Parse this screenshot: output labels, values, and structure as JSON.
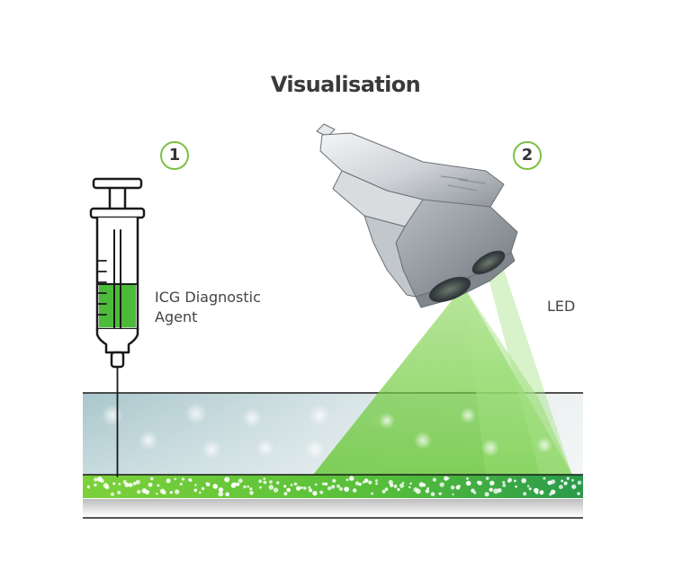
{
  "title": "Visualisation",
  "steps": [
    {
      "number": "1"
    },
    {
      "number": "2"
    }
  ],
  "labels": {
    "agent_line1": "ICG Diagnostic",
    "agent_line2": "Agent",
    "led": "LED"
  },
  "colors": {
    "accent_green": "#7ac143",
    "fluid_green": "#4cbb3a",
    "dark_green": "#2e9a48",
    "outline": "#1a1a1a",
    "tissue": "#b7d0d4",
    "device": "#c9cdd1"
  },
  "icons": {
    "syringe": "syringe-icon",
    "camera": "imaging-device-icon"
  }
}
